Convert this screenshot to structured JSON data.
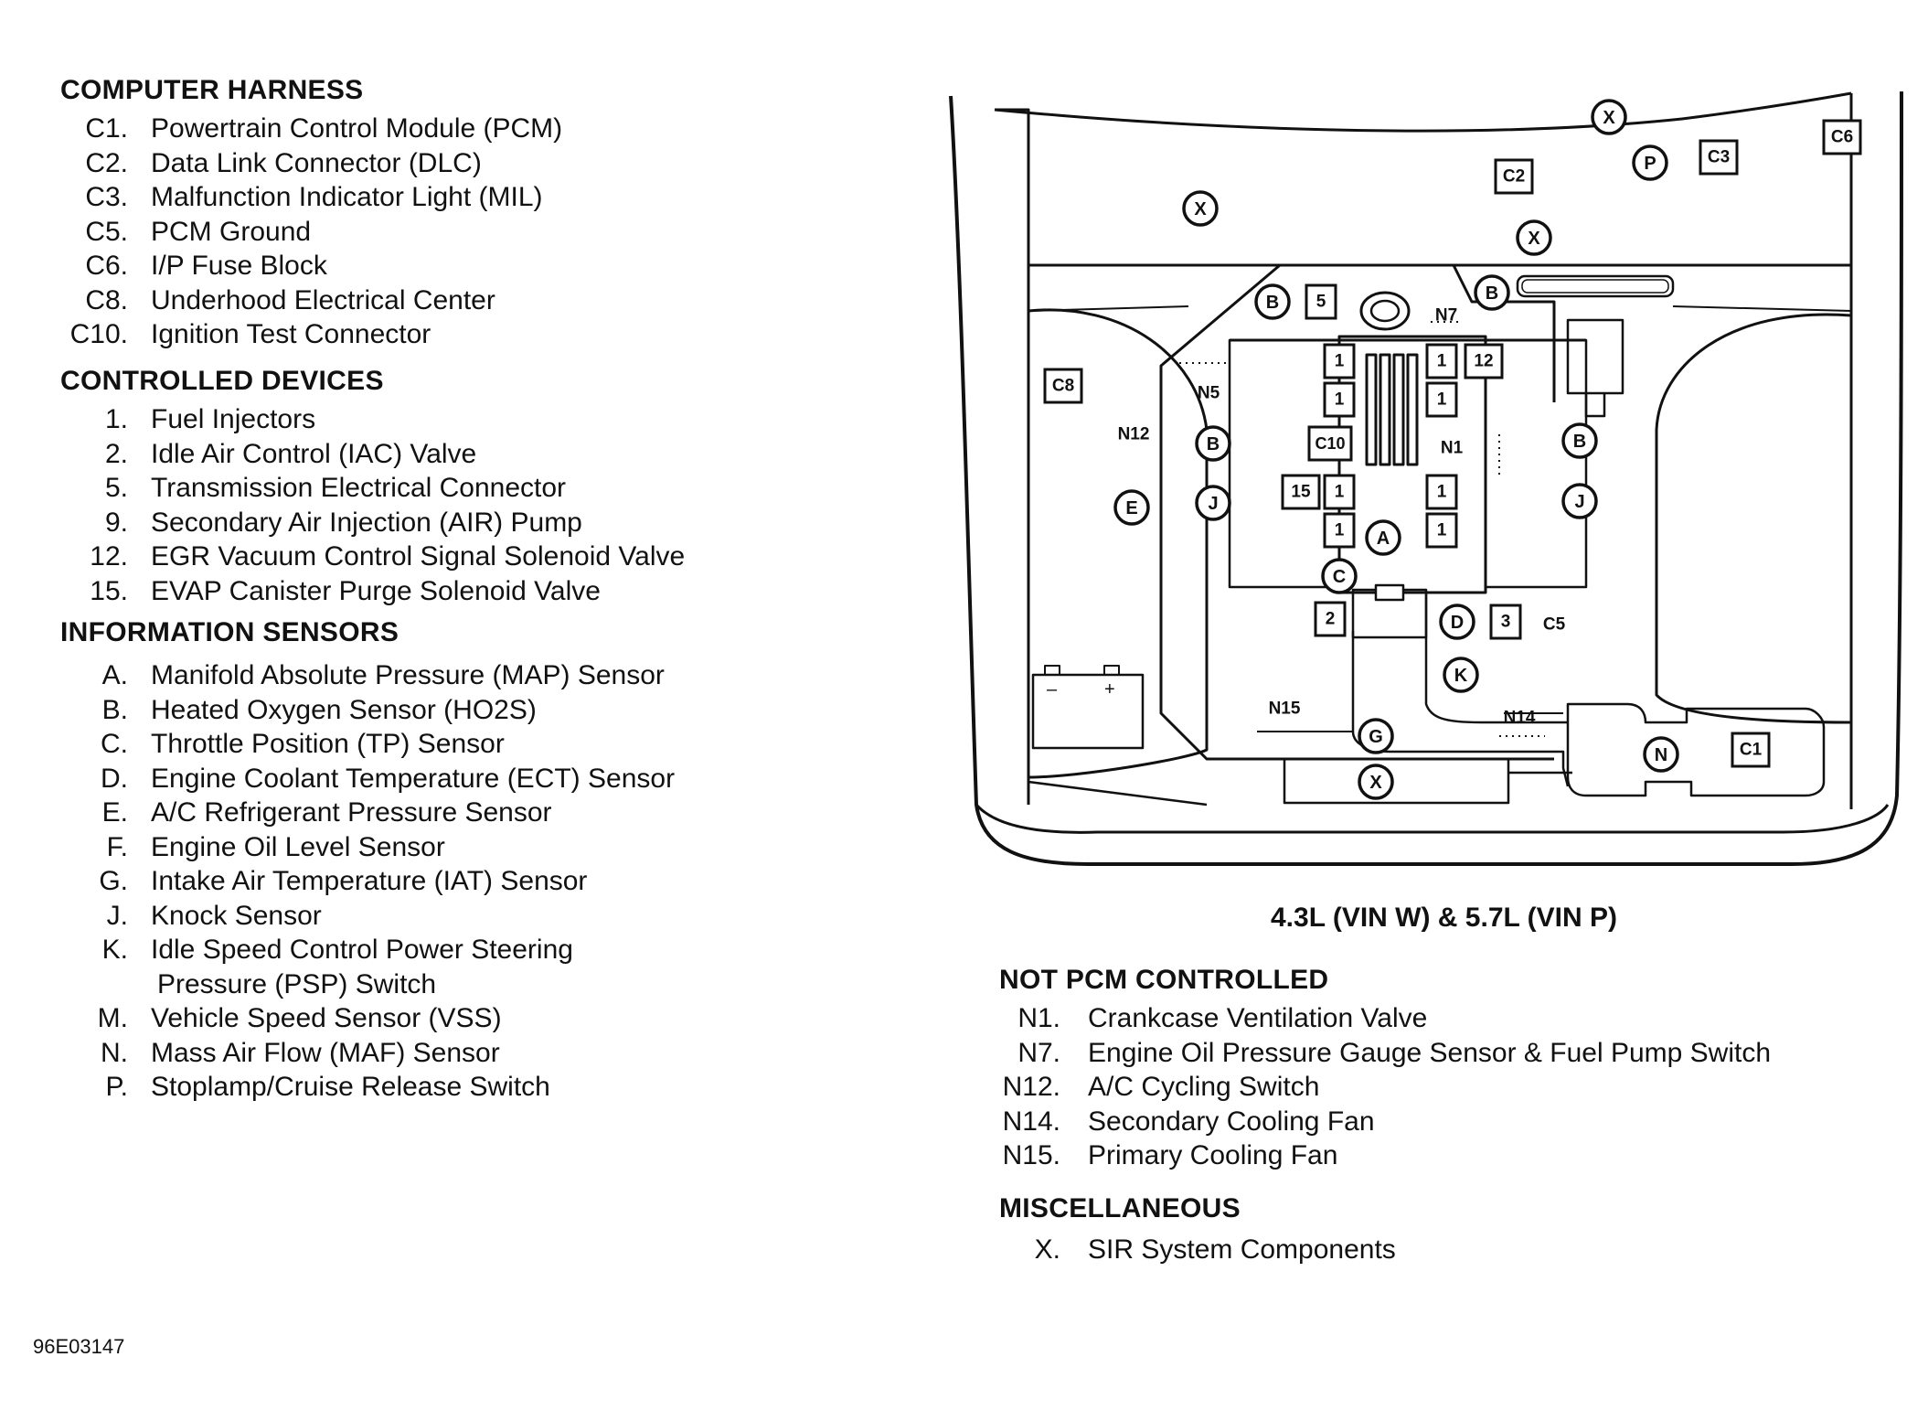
{
  "left": {
    "computer_harness": {
      "title": "COMPUTER HARNESS",
      "items": [
        {
          "code": "C1.",
          "desc": "Powertrain Control Module (PCM)"
        },
        {
          "code": "C2.",
          "desc": "Data Link Connector (DLC)"
        },
        {
          "code": "C3.",
          "desc": "Malfunction Indicator Light (MIL)"
        },
        {
          "code": "C5.",
          "desc": "PCM Ground"
        },
        {
          "code": "C6.",
          "desc": "I/P Fuse Block"
        },
        {
          "code": "C8.",
          "desc": "Underhood Electrical Center"
        },
        {
          "code": "C10.",
          "desc": "Ignition Test Connector"
        }
      ]
    },
    "controlled_devices": {
      "title": "CONTROLLED DEVICES",
      "items": [
        {
          "code": "1.",
          "desc": "Fuel Injectors"
        },
        {
          "code": "2.",
          "desc": "Idle Air Control (IAC) Valve"
        },
        {
          "code": "5.",
          "desc": "Transmission Electrical Connector"
        },
        {
          "code": "9.",
          "desc": "Secondary Air Injection (AIR) Pump"
        },
        {
          "code": "12.",
          "desc": "EGR Vacuum Control Signal Solenoid Valve"
        },
        {
          "code": "15.",
          "desc": "EVAP Canister Purge Solenoid Valve"
        }
      ]
    },
    "information_sensors": {
      "title": "INFORMATION SENSORS",
      "items": [
        {
          "code": "A.",
          "desc": "Manifold Absolute Pressure (MAP) Sensor"
        },
        {
          "code": "B.",
          "desc": "Heated Oxygen Sensor (HO2S)"
        },
        {
          "code": "C.",
          "desc": "Throttle Position (TP) Sensor"
        },
        {
          "code": "D.",
          "desc": "Engine Coolant Temperature (ECT) Sensor"
        },
        {
          "code": "E.",
          "desc": "A/C Refrigerant Pressure Sensor"
        },
        {
          "code": "F.",
          "desc": "Engine Oil Level Sensor"
        },
        {
          "code": "G.",
          "desc": "Intake Air Temperature (IAT) Sensor"
        },
        {
          "code": "J.",
          "desc": "Knock Sensor"
        },
        {
          "code": "K.",
          "desc": "Idle Speed Control Power Steering"
        },
        {
          "code": "",
          "desc": "Pressure (PSP) Switch"
        },
        {
          "code": "M.",
          "desc": "Vehicle Speed Sensor (VSS)"
        },
        {
          "code": "N.",
          "desc": "Mass Air Flow (MAF) Sensor"
        },
        {
          "code": "P.",
          "desc": "Stoplamp/Cruise Release Switch"
        }
      ]
    },
    "reference": "96E03147"
  },
  "right": {
    "caption": "4.3L (VIN W) & 5.7L (VIN P)",
    "not_pcm_controlled": {
      "title": "NOT PCM CONTROLLED",
      "items": [
        {
          "code": "N1.",
          "desc": "Crankcase Ventilation Valve"
        },
        {
          "code": "N7.",
          "desc": "Engine Oil Pressure Gauge Sensor & Fuel Pump Switch"
        },
        {
          "code": "N12.",
          "desc": "A/C Cycling Switch"
        },
        {
          "code": "N14.",
          "desc": "Secondary Cooling Fan"
        },
        {
          "code": "N15.",
          "desc": "Primary Cooling Fan"
        }
      ]
    },
    "miscellaneous": {
      "title": "MISCELLANEOUS",
      "items": [
        {
          "code": "X.",
          "desc": "SIR System Components"
        }
      ]
    }
  },
  "diagram": {
    "boxes": [
      "C6",
      "C3",
      "C2",
      "5",
      "12",
      "1",
      "1",
      "1",
      "1",
      "C10",
      "15",
      "1",
      "1",
      "1",
      "1",
      "2",
      "3",
      "C8",
      "C1"
    ],
    "circles": [
      "X",
      "P",
      "X",
      "X",
      "B",
      "B",
      "B",
      "B",
      "J",
      "J",
      "E",
      "A",
      "C",
      "D",
      "K",
      "G",
      "N",
      "X"
    ],
    "plain": [
      "N7",
      "N5",
      "N12",
      "N1",
      "C5",
      "N15",
      "N14"
    ]
  }
}
